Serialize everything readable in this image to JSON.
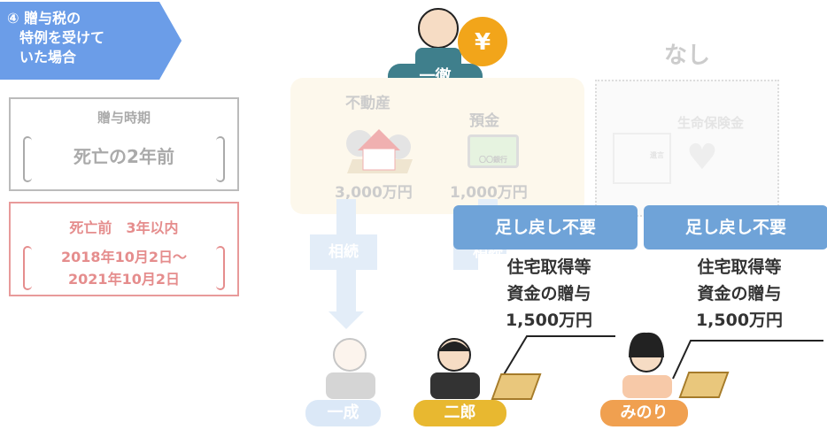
{
  "banner": {
    "line1": "④ 贈与税の",
    "line2": "特例を受けて",
    "line3": "いた場合"
  },
  "gift_timing": {
    "title": "贈与時期",
    "value": "死亡の2年前"
  },
  "lookback": {
    "title": "死亡前　3年以内",
    "range_start": "2018年10月2日〜",
    "range_end": "2021年10月2日"
  },
  "decedent": {
    "name": "一徹",
    "bag_symbol": "¥"
  },
  "estate": {
    "real_estate_label": "不動産",
    "real_estate_amount": "3,000万円",
    "deposit_label": "預金",
    "deposit_bank": "〇〇銀行",
    "deposit_amount": "1,000万円"
  },
  "none_label": "なし",
  "insurance": {
    "label": "生命保険金",
    "will_label": "遺言"
  },
  "arrows": {
    "inherit1": "相続",
    "inherit2": "相続"
  },
  "gifts": [
    {
      "badge": "足し戻し不要",
      "line1": "住宅取得等",
      "line2": "資金の贈与",
      "amount": "1,500万円"
    },
    {
      "badge": "足し戻し不要",
      "line1": "住宅取得等",
      "line2": "資金の贈与",
      "amount": "1,500万円"
    }
  ],
  "heirs": [
    {
      "name": "一成",
      "color": "#dbe8f7"
    },
    {
      "name": "二郎",
      "color": "#e8b830"
    },
    {
      "name": "みのり",
      "color": "#f0a050"
    }
  ]
}
